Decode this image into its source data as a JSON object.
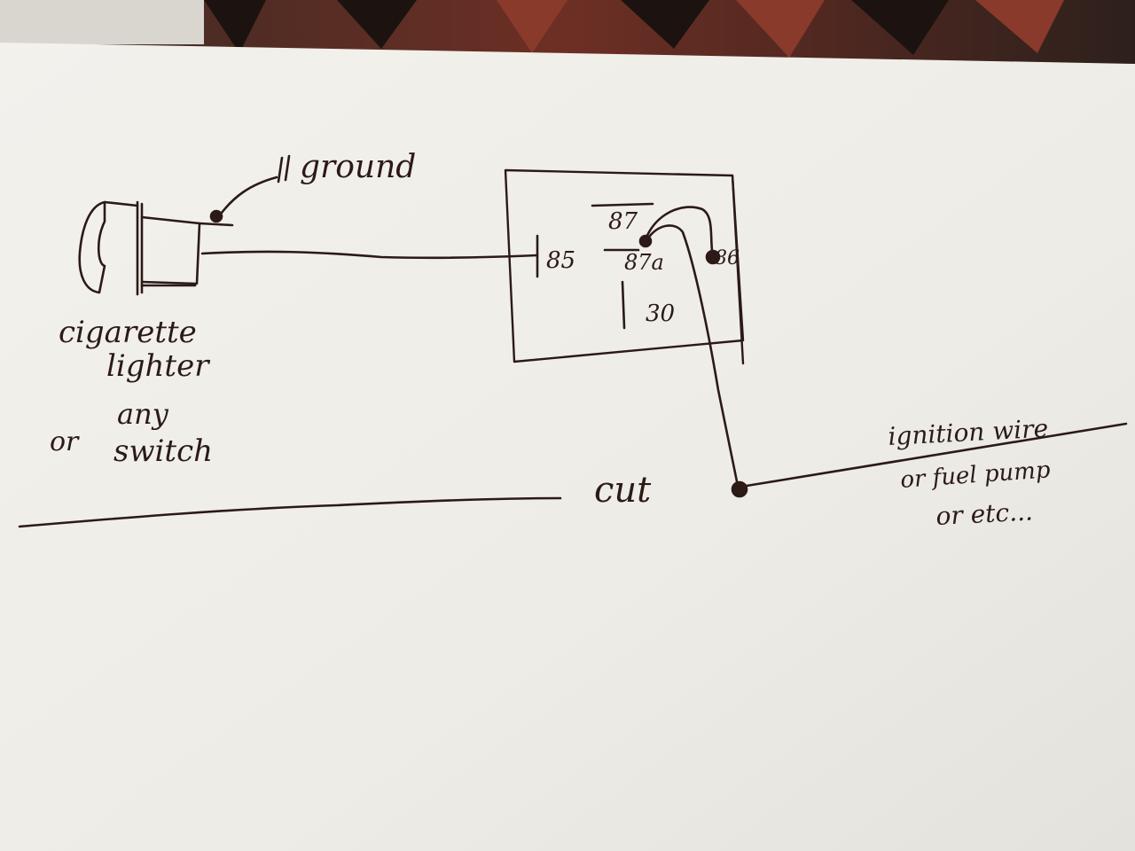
{
  "diagram": {
    "switch_label_line1": "cigarette",
    "switch_label_line2": "lighter",
    "switch_label_line3": "or",
    "switch_label_line4": "any",
    "switch_label_line5": "switch",
    "ground_label": "ground",
    "relay_pin_87": "87",
    "relay_pin_85": "85",
    "relay_pin_87a": "87a",
    "relay_pin_86": "86",
    "relay_pin_30": "30",
    "cut_label": "cut",
    "target_label_line1": "ignition wire",
    "target_label_line2": "or fuel pump",
    "target_label_line3": "or etc..."
  },
  "colors": {
    "paper": "#f1efe9",
    "ink": "#2b1a16",
    "background": "#2a1c18",
    "background_accent": "#8a3a2a"
  }
}
